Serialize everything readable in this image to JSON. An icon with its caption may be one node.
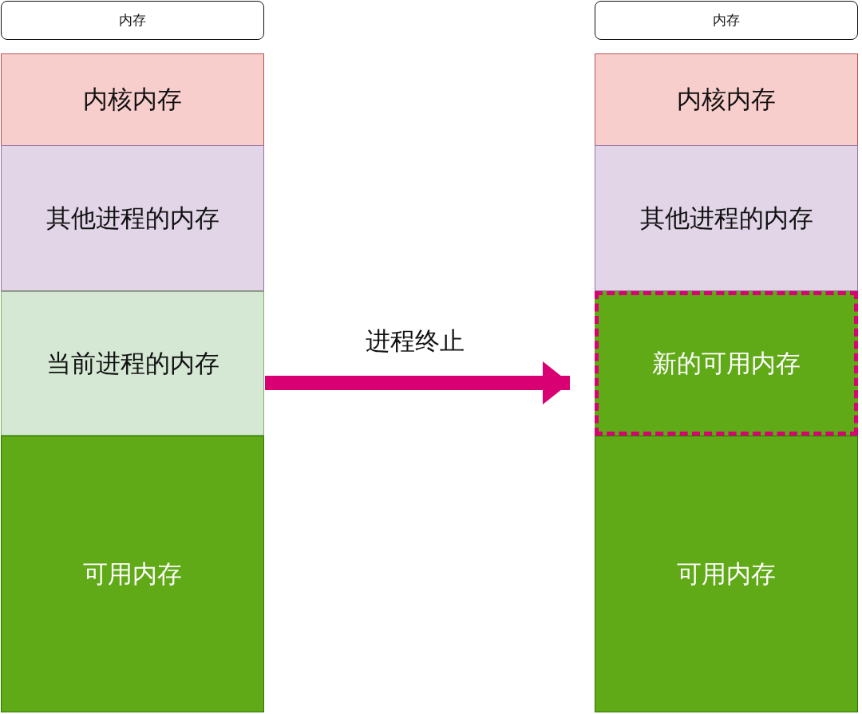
{
  "diagram": {
    "nodes": [
      {
        "text": [
          "内存"
        ]
      },
      {
        "text": [
          "内核内存"
        ]
      },
      {
        "text": [
          "其他进程的内存"
        ]
      },
      {
        "text": [
          "当前进程的内存"
        ]
      },
      {
        "text": [
          "可用内存"
        ]
      },
      {
        "text": [
          "内存"
        ]
      },
      {
        "text": [
          "内核内存"
        ]
      },
      {
        "text": [
          "其他进程的内存"
        ]
      },
      {
        "text": [
          "新的可用内存"
        ]
      },
      {
        "text": [
          "可用内存"
        ]
      }
    ],
    "edges": [
      {
        "from": 3,
        "to": 8,
        "arrow": "to",
        "label": "进程终止",
        "color": "#d80073"
      }
    ]
  }
}
